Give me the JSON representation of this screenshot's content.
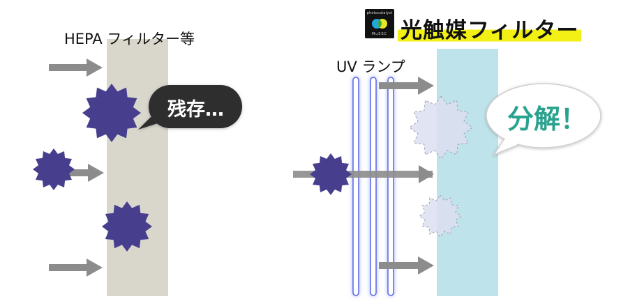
{
  "hepa": {
    "title": "HEPA フィルター等",
    "bubble": "残存…"
  },
  "photocatalyst": {
    "title": "光触媒フィルター",
    "uv_label": "UV ランプ",
    "bubble": "分解！",
    "logo_top": "photocatalyst",
    "logo_bottom": "MuSSC"
  },
  "colors": {
    "filter_gray": "#d9d7cc",
    "filter_cyan": "#bfe3ea",
    "arrow": "#8c8c8c",
    "germ": "#473e8e",
    "germ_faded": "#dcdff0",
    "highlight": "#f3f016",
    "decomp_text": "#2aa38e"
  },
  "icons": [
    "germ-icon",
    "arrow-icon",
    "uv-lamp-icon",
    "photocatalyst-logo-icon"
  ]
}
